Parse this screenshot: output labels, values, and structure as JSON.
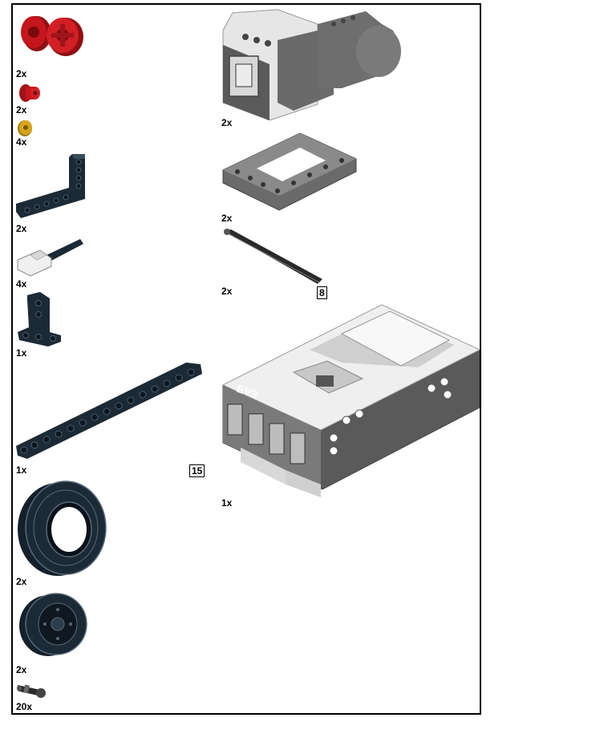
{
  "left_column": [
    {
      "icon": "red-hub-icon",
      "qty": "2x"
    },
    {
      "icon": "red-bushing-icon",
      "qty": "2x"
    },
    {
      "icon": "yellow-bushing-icon",
      "qty": "4x"
    },
    {
      "icon": "l-beam-icon",
      "qty": "2x"
    },
    {
      "icon": "cable-icon",
      "qty": "4x"
    },
    {
      "icon": "t-beam-icon",
      "qty": "1x"
    },
    {
      "icon": "beam-15-icon",
      "qty": "1x",
      "length": "15"
    },
    {
      "icon": "tire-icon",
      "qty": "2x"
    },
    {
      "icon": "wheel-rim-icon",
      "qty": "2x"
    },
    {
      "icon": "pin-icon",
      "qty": "20x"
    }
  ],
  "right_column": [
    {
      "icon": "large-motor-icon",
      "qty": "2x"
    },
    {
      "icon": "frame-icon",
      "qty": "2x"
    },
    {
      "icon": "axle-8-icon",
      "qty": "2x",
      "length": "8"
    },
    {
      "icon": "ev3-brick-icon",
      "qty": "1x"
    }
  ],
  "colors": {
    "red": "#c4161c",
    "dark": "#1c2a36",
    "grey": "#6e6e6e",
    "yellow": "#d7a51c",
    "white": "#f2f2f2"
  }
}
